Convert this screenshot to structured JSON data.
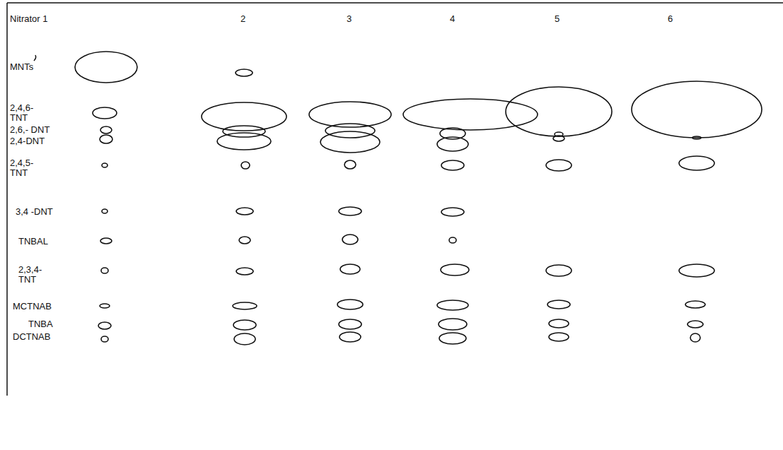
{
  "diagram": {
    "labels": [
      "Nitrator 1",
      "2",
      "3",
      "4",
      "5",
      "6",
      "MNTs",
      "2,4,6- TNT",
      "2,6,- DNT",
      "2,4-DNT",
      "2,4,5- TNT",
      "3,4 -DNT",
      "TNBAL",
      "2,3,4- TNT",
      "MCTNAB",
      "TNBA",
      "DCTNAB"
    ]
  }
}
